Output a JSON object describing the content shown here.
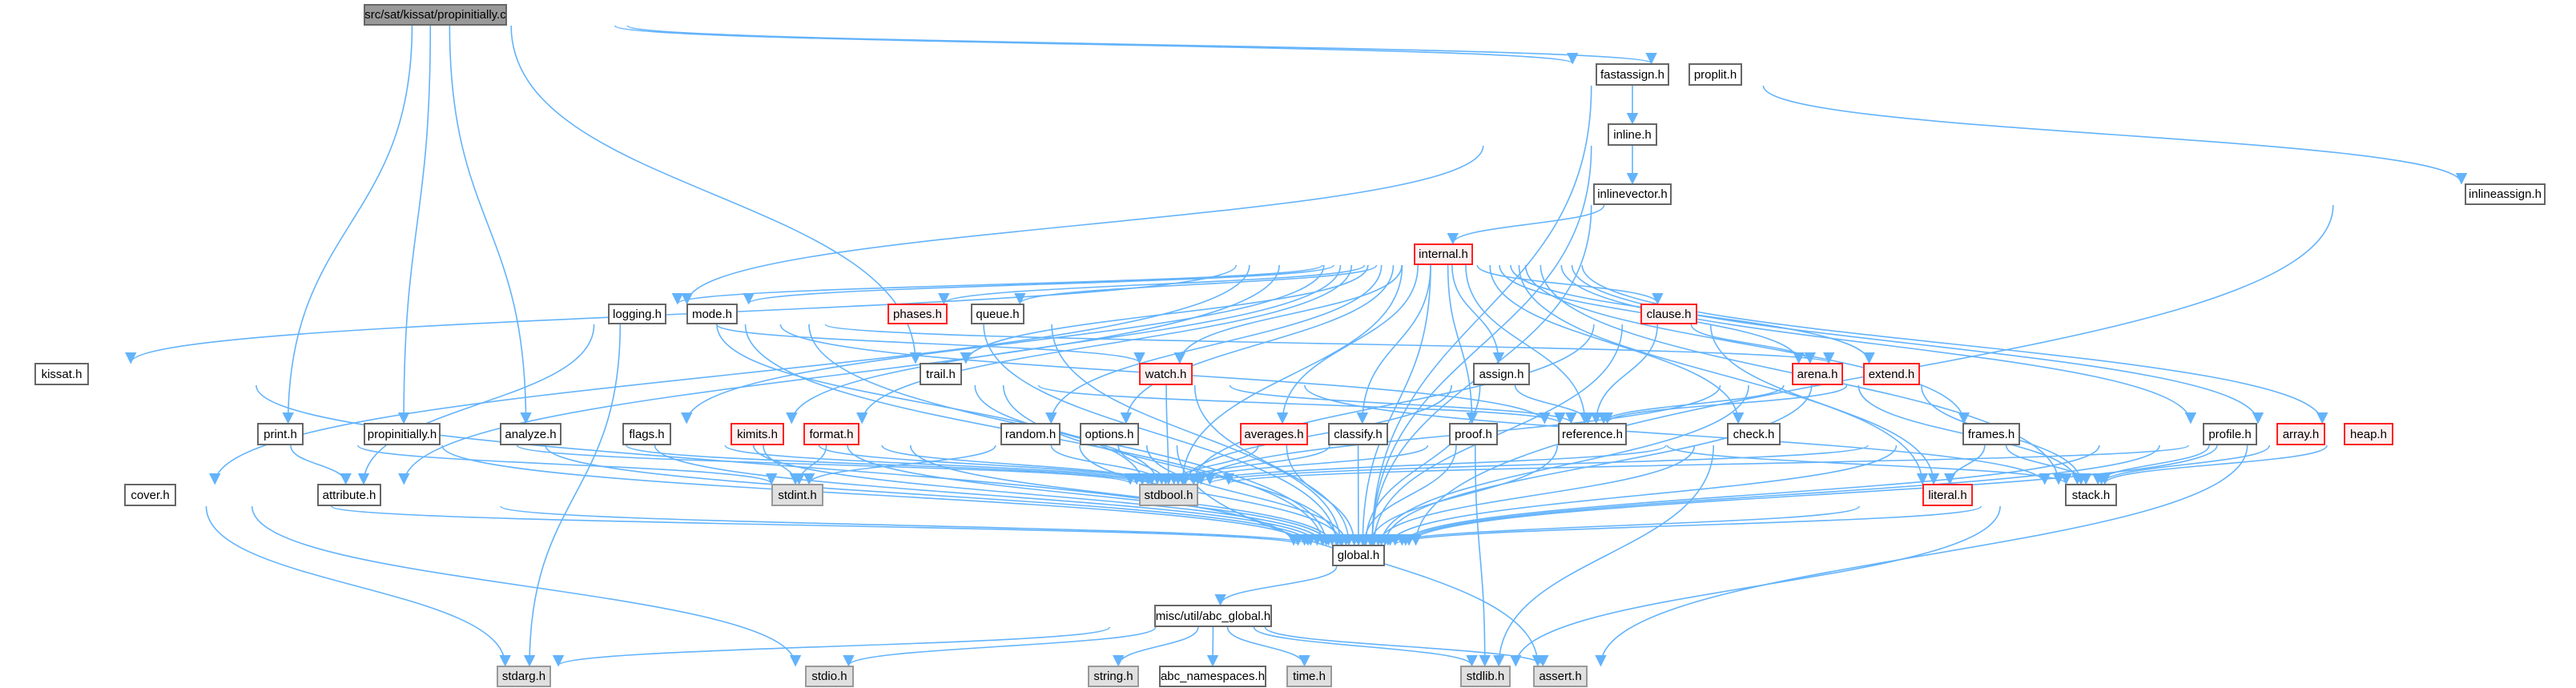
{
  "colors": {
    "edge": "#63b3fb",
    "red_border": "#ff2020",
    "red_fill": "#fff0f0",
    "sys_fill": "#e0e0e0",
    "root_fill": "#999999"
  },
  "nodes": [
    {
      "id": "root",
      "label": "src/sat/kissat/propinitially.c",
      "kind": "root"
    },
    {
      "id": "fastassign",
      "label": "fastassign.h",
      "kind": "normal"
    },
    {
      "id": "proplit",
      "label": "proplit.h",
      "kind": "normal"
    },
    {
      "id": "inline",
      "label": "inline.h",
      "kind": "normal"
    },
    {
      "id": "inlinevector",
      "label": "inlinevector.h",
      "kind": "normal"
    },
    {
      "id": "inlineassign",
      "label": "inlineassign.h",
      "kind": "normal"
    },
    {
      "id": "internal",
      "label": "internal.h",
      "kind": "red"
    },
    {
      "id": "logging",
      "label": "logging.h",
      "kind": "normal"
    },
    {
      "id": "mode",
      "label": "mode.h",
      "kind": "normal"
    },
    {
      "id": "phases",
      "label": "phases.h",
      "kind": "red"
    },
    {
      "id": "queue",
      "label": "queue.h",
      "kind": "normal"
    },
    {
      "id": "clause",
      "label": "clause.h",
      "kind": "red"
    },
    {
      "id": "kissat",
      "label": "kissat.h",
      "kind": "normal"
    },
    {
      "id": "trail",
      "label": "trail.h",
      "kind": "normal"
    },
    {
      "id": "watch",
      "label": "watch.h",
      "kind": "red"
    },
    {
      "id": "assign",
      "label": "assign.h",
      "kind": "normal"
    },
    {
      "id": "arena",
      "label": "arena.h",
      "kind": "red"
    },
    {
      "id": "extend",
      "label": "extend.h",
      "kind": "red"
    },
    {
      "id": "print",
      "label": "print.h",
      "kind": "normal"
    },
    {
      "id": "propinitiallyh",
      "label": "propinitially.h",
      "kind": "normal"
    },
    {
      "id": "analyze",
      "label": "analyze.h",
      "kind": "normal"
    },
    {
      "id": "flags",
      "label": "flags.h",
      "kind": "normal"
    },
    {
      "id": "kimits",
      "label": "kimits.h",
      "kind": "red"
    },
    {
      "id": "format",
      "label": "format.h",
      "kind": "red"
    },
    {
      "id": "random",
      "label": "random.h",
      "kind": "normal"
    },
    {
      "id": "options",
      "label": "options.h",
      "kind": "normal"
    },
    {
      "id": "averages",
      "label": "averages.h",
      "kind": "red"
    },
    {
      "id": "classify",
      "label": "classify.h",
      "kind": "normal"
    },
    {
      "id": "proof",
      "label": "proof.h",
      "kind": "normal"
    },
    {
      "id": "reference",
      "label": "reference.h",
      "kind": "normal"
    },
    {
      "id": "check",
      "label": "check.h",
      "kind": "normal"
    },
    {
      "id": "frames",
      "label": "frames.h",
      "kind": "normal"
    },
    {
      "id": "profile",
      "label": "profile.h",
      "kind": "normal"
    },
    {
      "id": "array",
      "label": "array.h",
      "kind": "red"
    },
    {
      "id": "heap",
      "label": "heap.h",
      "kind": "red"
    },
    {
      "id": "cover",
      "label": "cover.h",
      "kind": "normal"
    },
    {
      "id": "attribute",
      "label": "attribute.h",
      "kind": "normal"
    },
    {
      "id": "stdint",
      "label": "stdint.h",
      "kind": "sys"
    },
    {
      "id": "stdbool",
      "label": "stdbool.h",
      "kind": "sys"
    },
    {
      "id": "literal",
      "label": "literal.h",
      "kind": "red"
    },
    {
      "id": "stack",
      "label": "stack.h",
      "kind": "normal"
    },
    {
      "id": "global",
      "label": "global.h",
      "kind": "normal"
    },
    {
      "id": "abcglobal",
      "label": "misc/util/abc_global.h",
      "kind": "normal"
    },
    {
      "id": "stdarg",
      "label": "stdarg.h",
      "kind": "sys"
    },
    {
      "id": "stdio",
      "label": "stdio.h",
      "kind": "sys"
    },
    {
      "id": "string",
      "label": "string.h",
      "kind": "sys"
    },
    {
      "id": "abcns",
      "label": "abc_namespaces.h",
      "kind": "normal"
    },
    {
      "id": "time",
      "label": "time.h",
      "kind": "sys"
    },
    {
      "id": "stdlib",
      "label": "stdlib.h",
      "kind": "sys"
    },
    {
      "id": "assert",
      "label": "assert.h",
      "kind": "sys"
    }
  ],
  "edges": [
    [
      "root",
      "fastassign"
    ],
    [
      "root",
      "proplit"
    ],
    [
      "root",
      "print"
    ],
    [
      "root",
      "propinitiallyh"
    ],
    [
      "root",
      "analyze"
    ],
    [
      "root",
      "trail"
    ],
    [
      "fastassign",
      "inline"
    ],
    [
      "fastassign",
      "inlineassign"
    ],
    [
      "fastassign",
      "global"
    ],
    [
      "inline",
      "inlinevector"
    ],
    [
      "inline",
      "logging"
    ],
    [
      "inline",
      "global"
    ],
    [
      "inlinevector",
      "internal"
    ],
    [
      "inlinevector",
      "global"
    ],
    [
      "inlineassign",
      "global"
    ],
    [
      "internal",
      "kissat"
    ],
    [
      "internal",
      "logging"
    ],
    [
      "internal",
      "mode"
    ],
    [
      "internal",
      "phases"
    ],
    [
      "internal",
      "queue"
    ],
    [
      "internal",
      "clause"
    ],
    [
      "internal",
      "watch"
    ],
    [
      "internal",
      "assign"
    ],
    [
      "internal",
      "arena"
    ],
    [
      "internal",
      "extend"
    ],
    [
      "internal",
      "flags"
    ],
    [
      "internal",
      "kimits"
    ],
    [
      "internal",
      "format"
    ],
    [
      "internal",
      "random"
    ],
    [
      "internal",
      "options"
    ],
    [
      "internal",
      "averages"
    ],
    [
      "internal",
      "classify"
    ],
    [
      "internal",
      "proof"
    ],
    [
      "internal",
      "reference"
    ],
    [
      "internal",
      "check"
    ],
    [
      "internal",
      "frames"
    ],
    [
      "internal",
      "profile"
    ],
    [
      "internal",
      "array"
    ],
    [
      "internal",
      "heap"
    ],
    [
      "internal",
      "literal"
    ],
    [
      "internal",
      "stack"
    ],
    [
      "internal",
      "global"
    ],
    [
      "internal",
      "stdbool"
    ],
    [
      "internal",
      "cover"
    ],
    [
      "internal",
      "attribute"
    ],
    [
      "internal",
      "trail"
    ],
    [
      "logging",
      "attribute"
    ],
    [
      "logging",
      "stdarg"
    ],
    [
      "logging",
      "global"
    ],
    [
      "logging",
      "reference"
    ],
    [
      "logging",
      "extend"
    ],
    [
      "logging",
      "watch"
    ],
    [
      "logging",
      "stdbool"
    ],
    [
      "mode",
      "global"
    ],
    [
      "phases",
      "global"
    ],
    [
      "queue",
      "global"
    ],
    [
      "clause",
      "arena"
    ],
    [
      "clause",
      "literal"
    ],
    [
      "clause",
      "reference"
    ],
    [
      "clause",
      "global"
    ],
    [
      "clause",
      "stdbool"
    ],
    [
      "watch",
      "reference"
    ],
    [
      "watch",
      "stdbool"
    ],
    [
      "watch",
      "global"
    ],
    [
      "watch",
      "stack"
    ],
    [
      "trail",
      "reference"
    ],
    [
      "trail",
      "global"
    ],
    [
      "trail",
      "stdbool"
    ],
    [
      "assign",
      "reference"
    ],
    [
      "assign",
      "stdbool"
    ],
    [
      "assign",
      "global"
    ],
    [
      "arena",
      "reference"
    ],
    [
      "arena",
      "stack"
    ],
    [
      "arena",
      "global"
    ],
    [
      "arena",
      "stdbool"
    ],
    [
      "extend",
      "stack"
    ],
    [
      "extend",
      "global"
    ],
    [
      "extend",
      "reference"
    ],
    [
      "kissat",
      "global"
    ],
    [
      "print",
      "attribute"
    ],
    [
      "print",
      "stdint"
    ],
    [
      "print",
      "global"
    ],
    [
      "propinitiallyh",
      "global"
    ],
    [
      "propinitiallyh",
      "stdbool"
    ],
    [
      "analyze",
      "global"
    ],
    [
      "analyze",
      "stdbool"
    ],
    [
      "flags",
      "global"
    ],
    [
      "flags",
      "stdbool"
    ],
    [
      "kimits",
      "stdint"
    ],
    [
      "kimits",
      "global"
    ],
    [
      "kimits",
      "stdbool"
    ],
    [
      "format",
      "stdint"
    ],
    [
      "format",
      "global"
    ],
    [
      "format",
      "stdbool"
    ],
    [
      "random",
      "stdint"
    ],
    [
      "random",
      "global"
    ],
    [
      "random",
      "stdbool"
    ],
    [
      "options",
      "stdbool"
    ],
    [
      "options",
      "global"
    ],
    [
      "options",
      "assert"
    ],
    [
      "averages",
      "stdbool"
    ],
    [
      "averages",
      "global"
    ],
    [
      "classify",
      "stdbool"
    ],
    [
      "classify",
      "global"
    ],
    [
      "proof",
      "stdbool"
    ],
    [
      "proof",
      "global"
    ],
    [
      "proof",
      "stdlib"
    ],
    [
      "reference",
      "global"
    ],
    [
      "reference",
      "stack"
    ],
    [
      "check",
      "global"
    ],
    [
      "check",
      "stdbool"
    ],
    [
      "check",
      "stdlib"
    ],
    [
      "frames",
      "literal"
    ],
    [
      "frames",
      "stack"
    ],
    [
      "frames",
      "global"
    ],
    [
      "frames",
      "stdbool"
    ],
    [
      "profile",
      "stack"
    ],
    [
      "profile",
      "global"
    ],
    [
      "array",
      "stack"
    ],
    [
      "array",
      "global"
    ],
    [
      "heap",
      "stack"
    ],
    [
      "heap",
      "global"
    ],
    [
      "heap",
      "assert"
    ],
    [
      "heap",
      "stdbool"
    ],
    [
      "literal",
      "global"
    ],
    [
      "stack",
      "global"
    ],
    [
      "stack",
      "stdlib"
    ],
    [
      "cover",
      "global"
    ],
    [
      "cover",
      "stdio"
    ],
    [
      "cover",
      "stdarg"
    ],
    [
      "attribute",
      "global"
    ],
    [
      "global",
      "abcglobal"
    ],
    [
      "abcglobal",
      "stdarg"
    ],
    [
      "abcglobal",
      "stdio"
    ],
    [
      "abcglobal",
      "string"
    ],
    [
      "abcglobal",
      "abcns"
    ],
    [
      "abcglobal",
      "time"
    ],
    [
      "abcglobal",
      "stdlib"
    ],
    [
      "abcglobal",
      "assert"
    ]
  ]
}
